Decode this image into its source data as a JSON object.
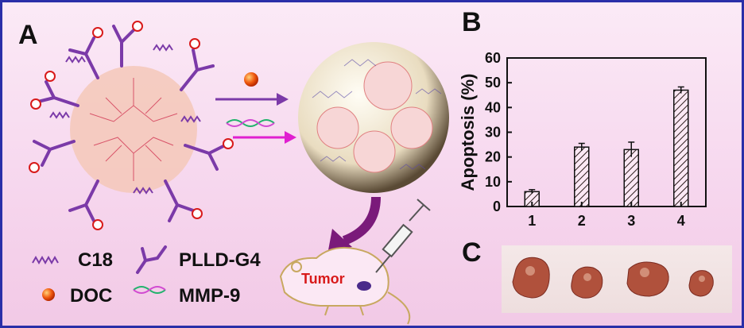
{
  "panels": {
    "a": "A",
    "b": "B",
    "c": "C"
  },
  "legend": {
    "c18": "C18",
    "plld": "PLLD-G4",
    "doc": "DOC",
    "mmp9": "MMP-9"
  },
  "mouse_label": "Tumor",
  "colors": {
    "frame_border": "#2a2fa8",
    "purple": "#7b3aa8",
    "magenta": "#e01fd0",
    "tumor_text": "#d81a1a"
  },
  "chart_data": {
    "type": "bar",
    "categories": [
      "1",
      "2",
      "3",
      "4"
    ],
    "values": [
      6,
      24,
      23,
      47
    ],
    "errors": [
      0.8,
      1.5,
      3.0,
      1.3
    ],
    "ylabel": "Apoptosis (%)",
    "xlabel": "",
    "ylim": [
      0,
      60
    ],
    "yticks": [
      "0",
      "10",
      "20",
      "30",
      "40",
      "50",
      "60"
    ],
    "pattern": "diagonal-hatch"
  }
}
